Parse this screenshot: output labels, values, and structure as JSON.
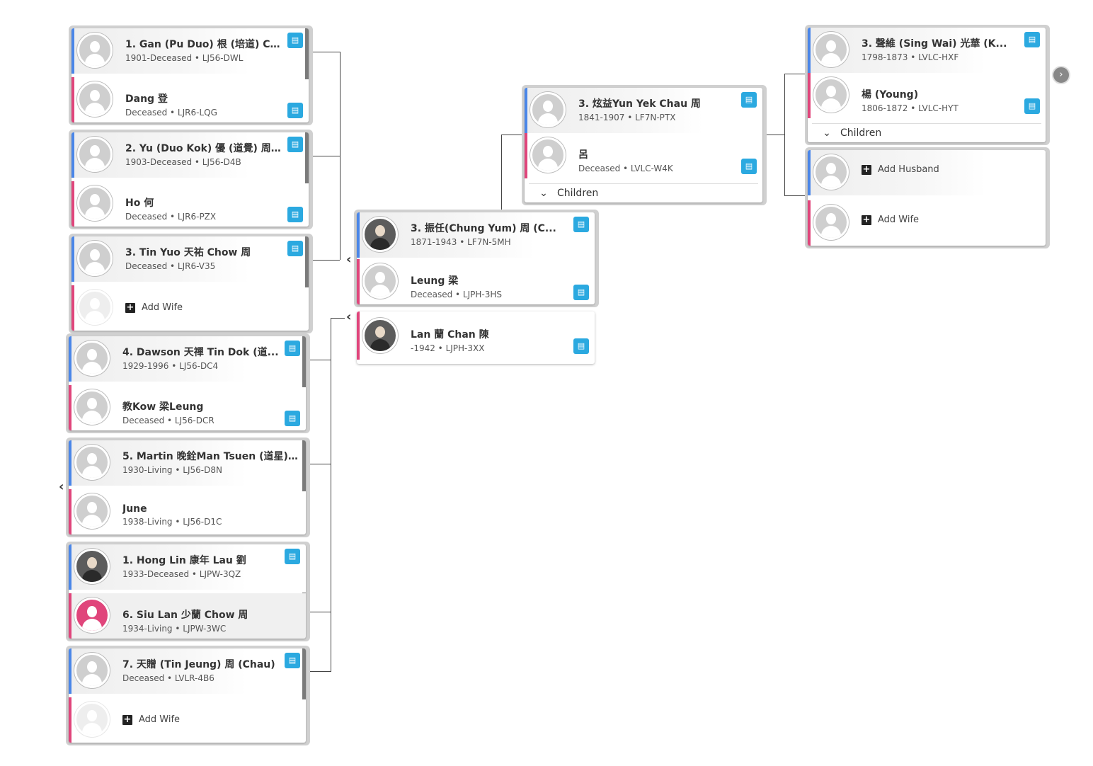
{
  "left_couples": [
    {
      "top": {
        "name": "1. Gan (Pu Duo) 根 (培道) Cho...",
        "sub": "1901-Deceased • LJ56-DWL"
      },
      "bottom": {
        "name": "Dang 登",
        "sub": "Deceased • LJR6-LQG"
      }
    },
    {
      "top": {
        "name": "2. Yu (Duo Kok) 優 (道覺) 周 ...",
        "sub": "1903-Deceased • LJ56-D4B"
      },
      "bottom": {
        "name": "Ho 何",
        "sub": "Deceased • LJR6-PZX"
      }
    },
    {
      "top": {
        "name": "3. Tin Yuo 天祐 Chow 周",
        "sub": "Deceased • LJR6-V35"
      },
      "bottom_add": "Add Wife"
    },
    {
      "top": {
        "name": "4. Dawson 天禪 Tin Dok (道...",
        "sub": "1929-1996 • LJ56-DC4"
      },
      "bottom": {
        "name": "教Kow 梁Leung",
        "sub": "Deceased • LJ56-DCR"
      }
    },
    {
      "top": {
        "name": "5. Martin 晚銓Man Tsuen (道星) D...",
        "sub": "1930-Living • LJ56-D8N"
      },
      "bottom": {
        "name": "June",
        "sub": "1938-Living • LJ56-D1C"
      }
    },
    {
      "top": {
        "name": "1. Hong Lin 康年 Lau 劉",
        "sub": "1933-Deceased • LJPW-3QZ"
      },
      "bottom": {
        "name": "6. Siu Lan 少蘭 Chow 周",
        "sub": "1934-Living • LJPW-3WC"
      }
    },
    {
      "top": {
        "name": "7. 天贈 (Tin Jeung) 周 (Chau)",
        "sub": "Deceased • LVLR-4B6"
      },
      "bottom_add": "Add Wife"
    }
  ],
  "focus": {
    "top": {
      "name": "3. 振任(Chung Yum) 周 (C...",
      "sub": "1871-1943 • LF7N-5MH"
    },
    "bottom": {
      "name": "Leung 梁",
      "sub": "Deceased • LJPH-3HS"
    }
  },
  "second_wife": {
    "name": "Lan 蘭 Chan 陳",
    "sub": "-1942 • LJPH-3XX"
  },
  "parents": {
    "top": {
      "name": "3. 炫益Yun Yek Chau 周",
      "sub": "1841-1907 • LF7N-PTX"
    },
    "bottom": {
      "name": "呂",
      "sub": "Deceased • LVLC-W4K"
    },
    "children_label": "Children"
  },
  "grandparents": {
    "top": {
      "name": "3. 聲維 (Sing Wai) 光華 (K...",
      "sub": "1798-1873 • LVLC-HXF"
    },
    "bottom": {
      "name": "楊 (Young)",
      "sub": "1806-1872 • LVLC-HYT"
    },
    "children_label": "Children"
  },
  "other_parents": {
    "add_husband": "Add Husband",
    "add_wife": "Add Wife"
  },
  "colors": {
    "male": "#4a86e8",
    "female": "#e0457b",
    "record_icon": "#2ba9e0"
  }
}
